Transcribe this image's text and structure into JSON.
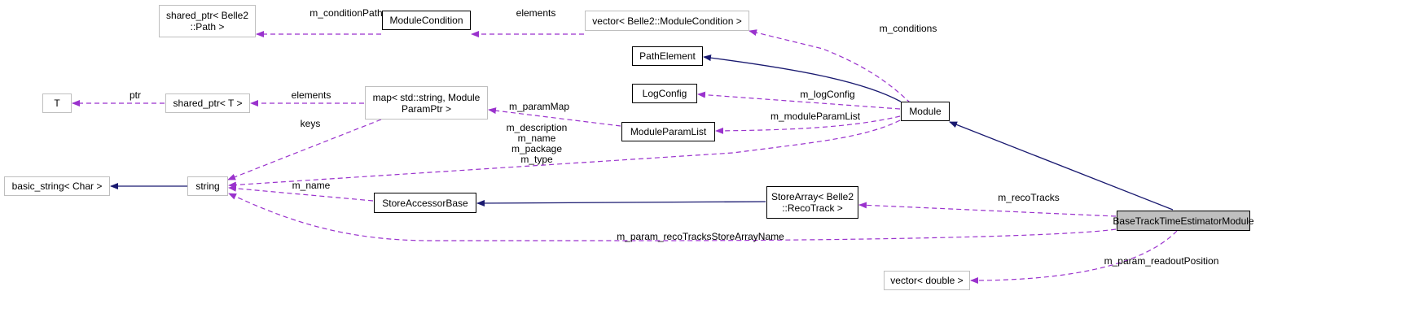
{
  "nodes": {
    "shared_ptr_path": "shared_ptr< Belle2\n::Path >",
    "module_condition": "ModuleCondition",
    "vector_module_condition": "vector< Belle2::ModuleCondition >",
    "path_element": "PathElement",
    "log_config": "LogConfig",
    "t": "T",
    "shared_ptr_t": "shared_ptr< T >",
    "map_param": "map< std::string, Module\nParamPtr >",
    "module_param_list": "ModuleParamList",
    "module": "Module",
    "basic_string": "basic_string< Char >",
    "string": "string",
    "store_accessor_base": "StoreAccessorBase",
    "store_array": "StoreArray< Belle2\n::RecoTrack >",
    "base_track": "BaseTrackTimeEstimatorModule",
    "vector_double": "vector< double >"
  },
  "edges": {
    "m_conditionPath": "m_conditionPath",
    "elements1": "elements",
    "m_conditions": "m_conditions",
    "ptr": "ptr",
    "elements2": "elements",
    "m_paramMap": "m_paramMap",
    "m_logConfig": "m_logConfig",
    "m_moduleParamList": "m_moduleParamList",
    "keys": "keys",
    "module_strings": "m_description\nm_name\nm_package\nm_type",
    "m_name": "m_name",
    "m_recoTracks": "m_recoTracks",
    "m_param_recoTracksStoreArrayName": "m_param_recoTracksStoreArrayName",
    "m_param_readoutPosition": "m_param_readoutPosition"
  },
  "colors": {
    "usage": "#9a32cd",
    "inherit": "#191970",
    "highlight": "#bfbfbf"
  }
}
